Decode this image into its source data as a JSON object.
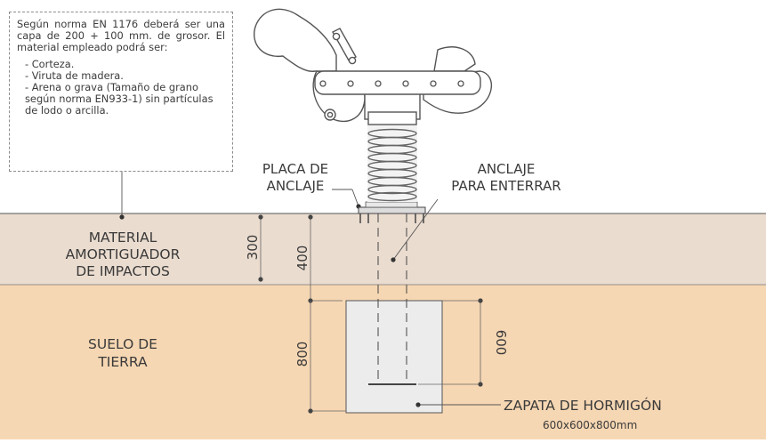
{
  "note": {
    "intro": "Según norma EN 1176 deberá ser una capa de 200 + 100 mm. de grosor. El material empleado podrá ser:",
    "items": [
      "- Corteza.",
      "- Viruta de madera.",
      "- Arena o grava (Tamaño de grano según norma EN933-1) sin partículas de lodo o arcilla."
    ]
  },
  "labels": {
    "placa_1": "PLACA DE",
    "placa_2": "ANCLAJE",
    "anclaje_1": "ANCLAJE",
    "anclaje_2": "PARA ENTERRAR",
    "material_1": "MATERIAL",
    "material_2": "AMORTIGUADOR",
    "material_3": "DE IMPACTOS",
    "suelo_1": "SUELO DE",
    "suelo_2": "TIERRA",
    "zapata": "ZAPATA DE HORMIGÓN",
    "zapata_size": "600x600x800mm"
  },
  "dimensions": {
    "d300": "300",
    "d400": "400",
    "d800": "800",
    "d600": "600"
  },
  "colors": {
    "impact_layer": "#eadccf",
    "soil": "#f6d7b3",
    "concrete": "#ececec",
    "lines": "#3a3a3a",
    "spring": "#6a6a6a"
  }
}
